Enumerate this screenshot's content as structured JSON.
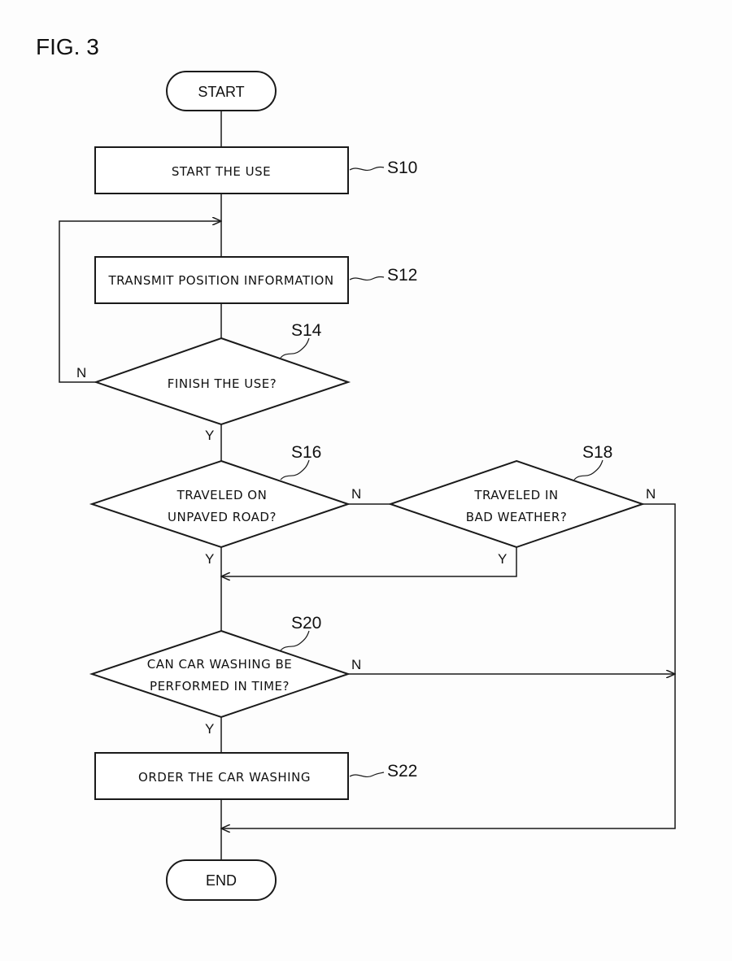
{
  "figure": {
    "title": "FIG. 3"
  },
  "nodes": {
    "start": {
      "text": "START"
    },
    "s10": {
      "step": "S10",
      "lines": [
        "START THE USE"
      ]
    },
    "s12": {
      "step": "S12",
      "lines": [
        "TRANSMIT POSITION INFORMATION"
      ]
    },
    "s14": {
      "step": "S14",
      "lines": [
        "FINISH THE USE?"
      ]
    },
    "s16": {
      "step": "S16",
      "lines": [
        "TRAVELED ON",
        "UNPAVED ROAD?"
      ]
    },
    "s18": {
      "step": "S18",
      "lines": [
        "TRAVELED IN",
        "BAD WEATHER?"
      ]
    },
    "s20": {
      "step": "S20",
      "lines": [
        "CAN CAR WASHING BE",
        "PERFORMED IN TIME?"
      ]
    },
    "s22": {
      "step": "S22",
      "lines": [
        "ORDER THE CAR WASHING"
      ]
    },
    "end": {
      "text": "END"
    }
  },
  "branches": {
    "s14_no": "N",
    "s14_yes": "Y",
    "s16_no": "N",
    "s16_yes": "Y",
    "s18_no": "N",
    "s18_yes": "Y",
    "s20_no": "N",
    "s20_yes": "Y"
  }
}
